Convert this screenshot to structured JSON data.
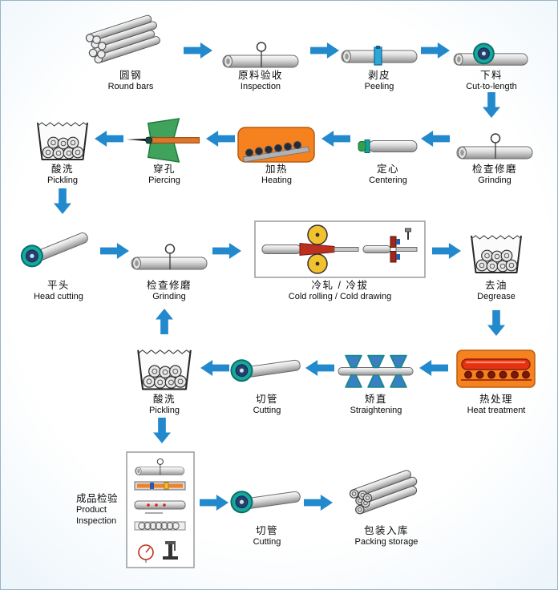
{
  "colors": {
    "arrow": "#2289cd",
    "bg-edge": "#c9e4f2",
    "bg-center": "#ffffff",
    "furnace-orange": "#f5821f",
    "wheel-teal": "#18a79e",
    "roller-yellow": "#f2c12e",
    "heat-red": "#e63214",
    "machine-green": "#3fa35c",
    "peel-blue": "#2ba7d8"
  },
  "nodes": [
    {
      "id": "round-bars",
      "zh": "圆钢",
      "en": "Round bars"
    },
    {
      "id": "inspection",
      "zh": "原料验收",
      "en": "Inspection"
    },
    {
      "id": "peeling",
      "zh": "剥皮",
      "en": "Peeling"
    },
    {
      "id": "cut-to-length",
      "zh": "下料",
      "en": "Cut-to-length"
    },
    {
      "id": "grinding-1",
      "zh": "检查修磨",
      "en": "Grinding"
    },
    {
      "id": "centering",
      "zh": "定心",
      "en": "Centering"
    },
    {
      "id": "heating",
      "zh": "加热",
      "en": "Heating"
    },
    {
      "id": "piercing",
      "zh": "穿孔",
      "en": "Piercing"
    },
    {
      "id": "pickling-1",
      "zh": "酸洗",
      "en": "Pickling"
    },
    {
      "id": "head-cutting",
      "zh": "平头",
      "en": "Head cutting"
    },
    {
      "id": "grinding-2",
      "zh": "检查修磨",
      "en": "Grinding"
    },
    {
      "id": "cold-rolling",
      "zh": "冷轧 / 冷拔",
      "en": "Cold rolling / Cold drawing"
    },
    {
      "id": "degrease",
      "zh": "去油",
      "en": "Degrease"
    },
    {
      "id": "heat-treatment",
      "zh": "热处理",
      "en": "Heat treatment"
    },
    {
      "id": "straightening",
      "zh": "矫直",
      "en": "Straightening"
    },
    {
      "id": "cutting-1",
      "zh": "切管",
      "en": "Cutting"
    },
    {
      "id": "pickling-2",
      "zh": "酸洗",
      "en": "Pickling"
    },
    {
      "id": "product-inspection",
      "zh": "成品检验",
      "en": "Product Inspection"
    },
    {
      "id": "cutting-2",
      "zh": "切管",
      "en": "Cutting"
    },
    {
      "id": "packing",
      "zh": "包装入库",
      "en": "Packing storage"
    }
  ],
  "flow": [
    [
      "round-bars",
      "inspection"
    ],
    [
      "inspection",
      "peeling"
    ],
    [
      "peeling",
      "cut-to-length"
    ],
    [
      "cut-to-length",
      "grinding-1"
    ],
    [
      "grinding-1",
      "centering"
    ],
    [
      "centering",
      "heating"
    ],
    [
      "heating",
      "piercing"
    ],
    [
      "piercing",
      "pickling-1"
    ],
    [
      "pickling-1",
      "head-cutting"
    ],
    [
      "head-cutting",
      "grinding-2"
    ],
    [
      "grinding-2",
      "cold-rolling"
    ],
    [
      "cold-rolling",
      "degrease"
    ],
    [
      "degrease",
      "heat-treatment"
    ],
    [
      "heat-treatment",
      "straightening"
    ],
    [
      "straightening",
      "cutting-1"
    ],
    [
      "cutting-1",
      "pickling-2"
    ],
    [
      "pickling-2",
      "grinding-2"
    ],
    [
      "pickling-2",
      "product-inspection"
    ],
    [
      "product-inspection",
      "cutting-2"
    ],
    [
      "cutting-2",
      "packing"
    ]
  ]
}
